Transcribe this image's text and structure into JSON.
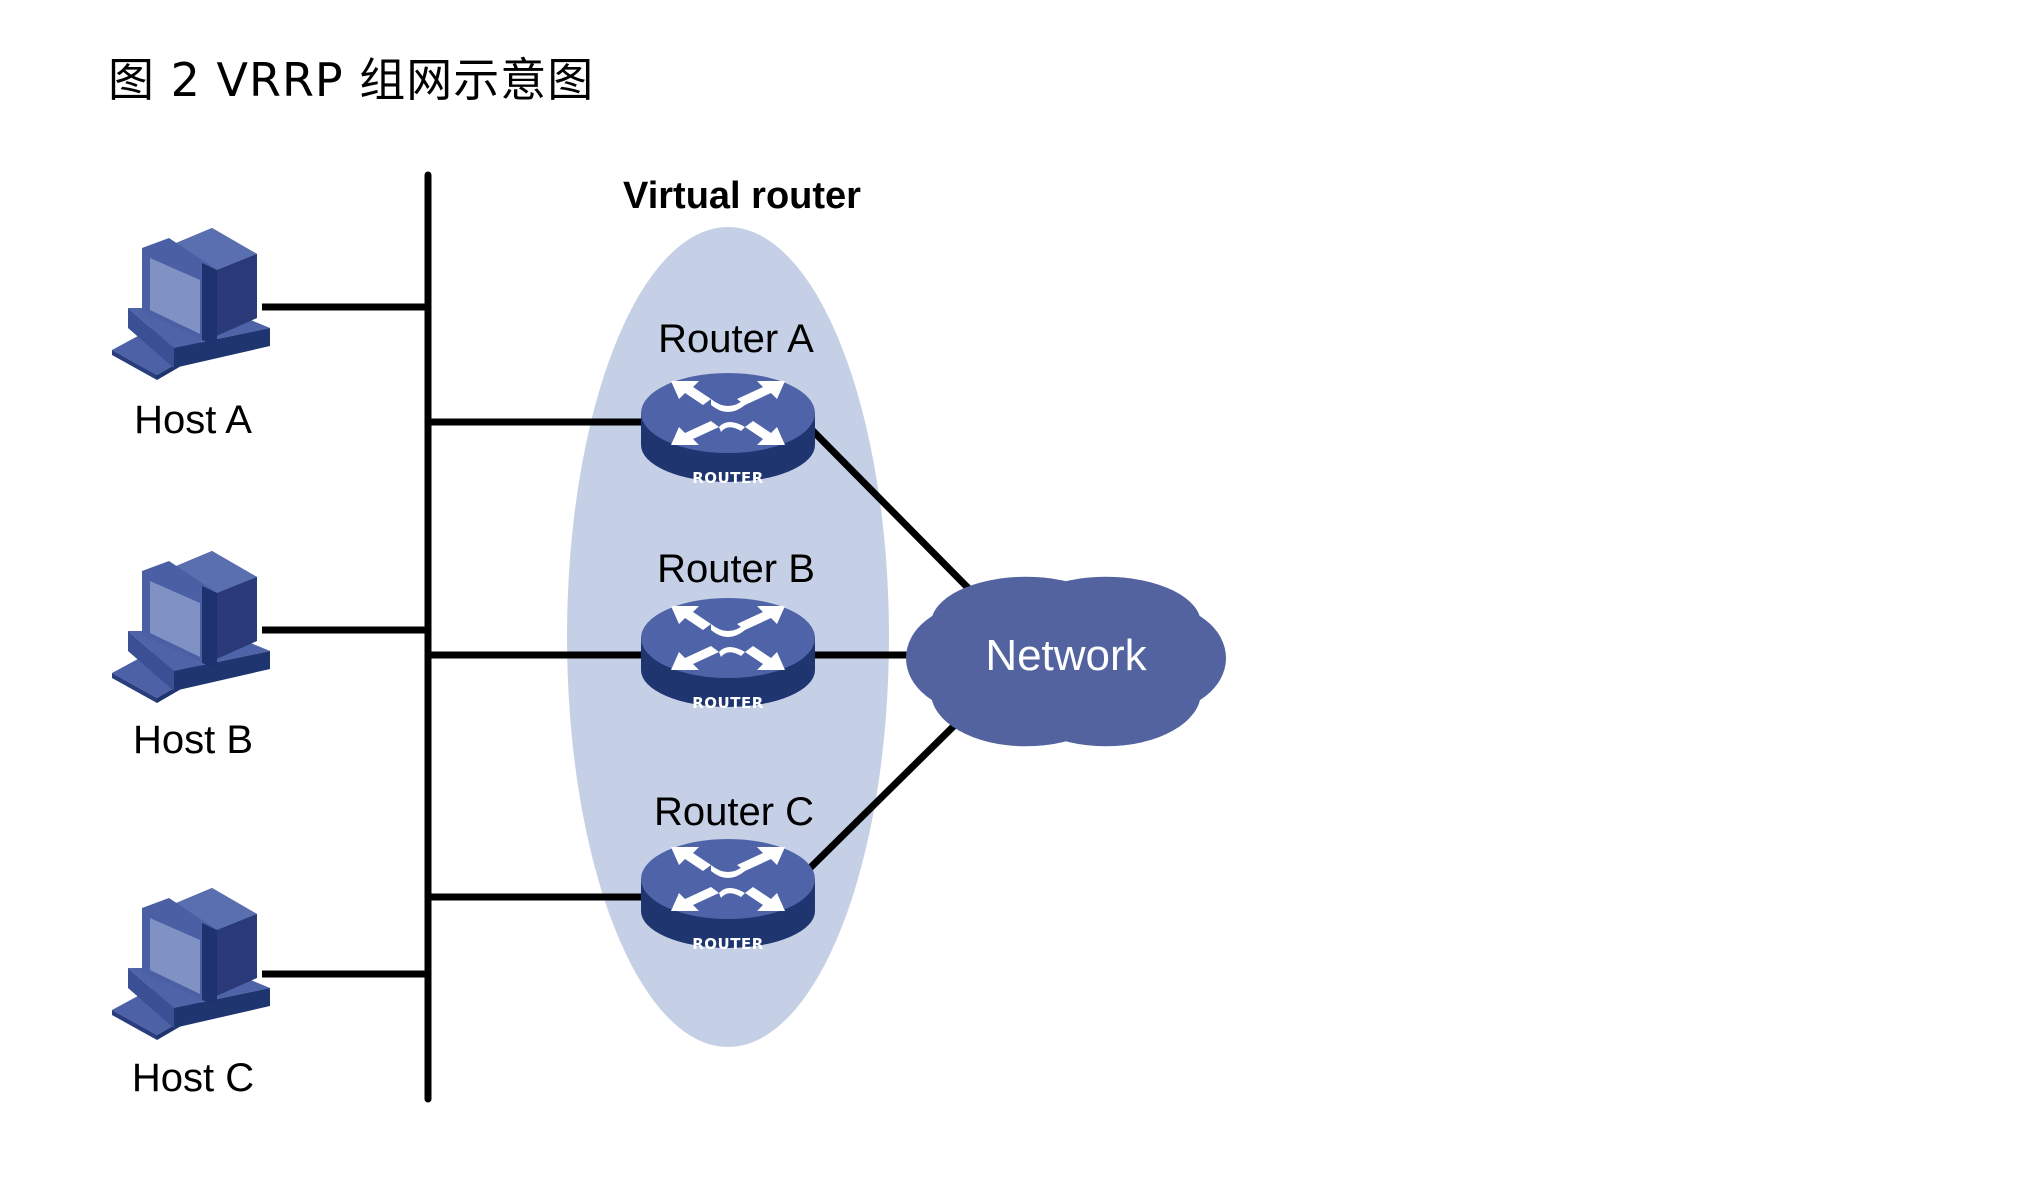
{
  "title": "图 2 VRRP 组网示意图",
  "virtual_router": {
    "label": "Virtual router",
    "fill_color": "#c5d0e6"
  },
  "hosts": [
    {
      "id": "host-a",
      "label": "Host A"
    },
    {
      "id": "host-b",
      "label": "Host B"
    },
    {
      "id": "host-c",
      "label": "Host C"
    }
  ],
  "routers": [
    {
      "id": "router-a",
      "label": "Router A",
      "device_text": "ROUTER"
    },
    {
      "id": "router-b",
      "label": "Router B",
      "device_text": "ROUTER"
    },
    {
      "id": "router-c",
      "label": "Router C",
      "device_text": "ROUTER"
    }
  ],
  "network": {
    "label": "Network",
    "color": "#5263a0"
  },
  "colors": {
    "device_top": "#4f64a8",
    "device_side": "#1f3570",
    "screen": "#8091c4",
    "wire": "#000000"
  },
  "links": [
    {
      "from": "Host A",
      "to": "LAN bus"
    },
    {
      "from": "Host B",
      "to": "LAN bus"
    },
    {
      "from": "Host C",
      "to": "LAN bus"
    },
    {
      "from": "Router A",
      "to": "LAN bus"
    },
    {
      "from": "Router B",
      "to": "LAN bus"
    },
    {
      "from": "Router C",
      "to": "LAN bus"
    },
    {
      "from": "Router A",
      "to": "Network"
    },
    {
      "from": "Router B",
      "to": "Network"
    },
    {
      "from": "Router C",
      "to": "Network"
    }
  ]
}
